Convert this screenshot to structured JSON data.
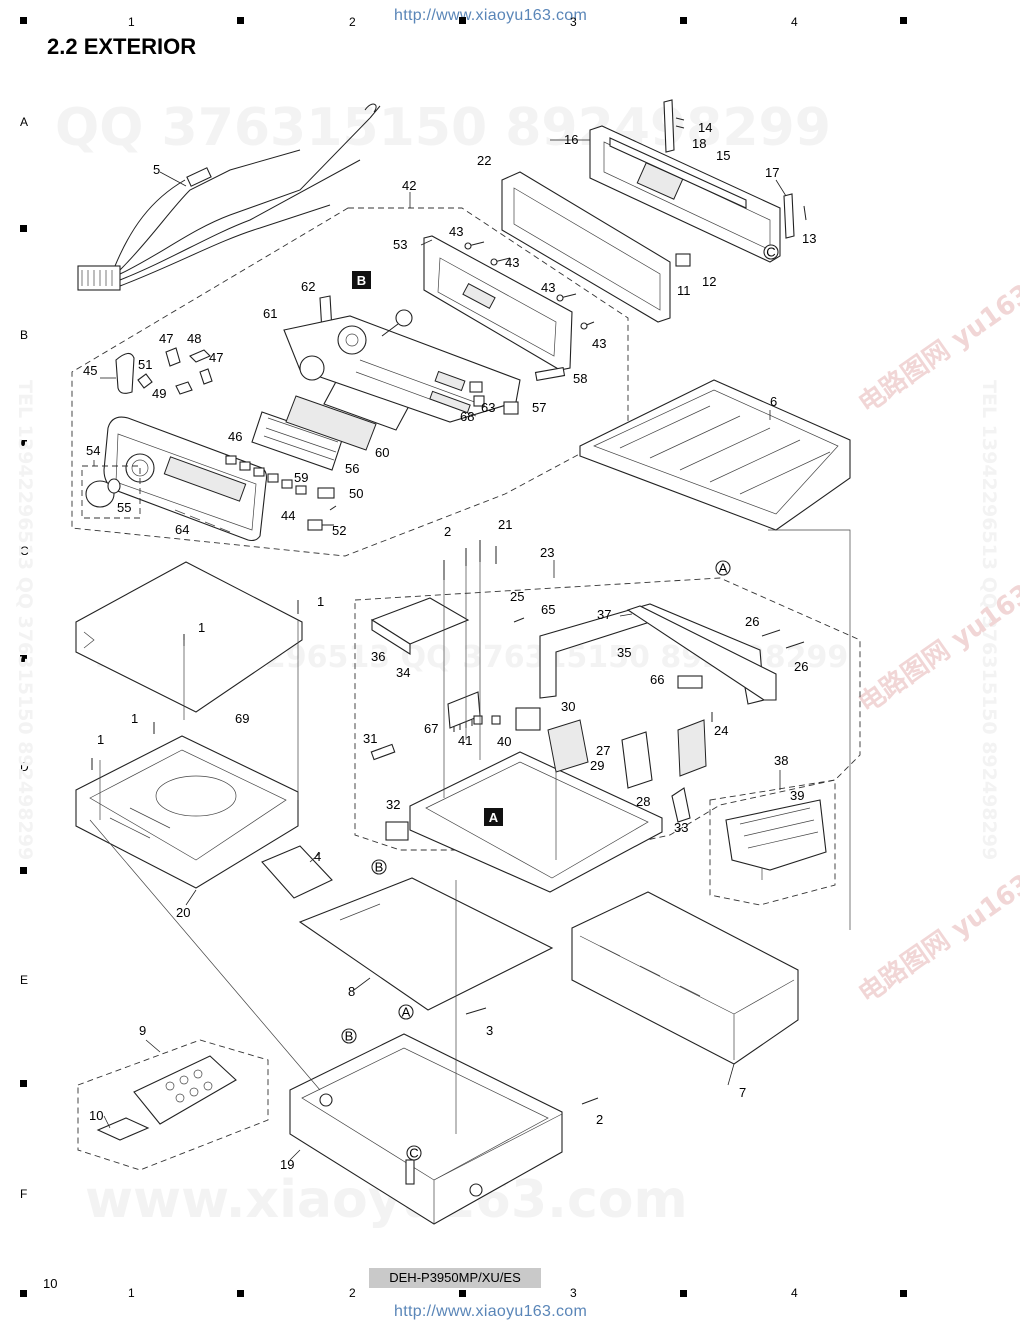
{
  "header": {
    "url_top": "http://www.xiaoyu163.com",
    "title": "2.2  EXTERIOR"
  },
  "grid": {
    "columns": [
      "1",
      "2",
      "3",
      "4"
    ],
    "rows": [
      "A",
      "B",
      "C",
      "D",
      "E",
      "F"
    ]
  },
  "footer": {
    "page_number": "10",
    "model": "DEH-P3950MP/XU/ES",
    "url_bottom": "http://www.xiaoyu163.com"
  },
  "watermarks": {
    "qq_line": "QQ 376315150   892498299",
    "tel_line": "TEL 13942296513   QQ 376315150   892498299",
    "domain_line": "www.xiaoyu163.com",
    "side_left": "TEL 13942296513 QQ 376315150 892498299",
    "side_right": "TEL 13942296513 QQ 376315150 892498299",
    "cn_mark_1": "电路图网 yu163.com",
    "cn_mark_2": "电路图网 yu163.com",
    "cn_mark_3": "电路图网 yu163.com"
  },
  "diagram": {
    "box_labels": {
      "A": "A",
      "B": "B",
      "C": "C"
    },
    "part_labels": [
      "1",
      "1",
      "1",
      "1",
      "2",
      "2",
      "3",
      "4",
      "5",
      "6",
      "7",
      "8",
      "9",
      "10",
      "11",
      "12",
      "13",
      "14",
      "15",
      "16",
      "17",
      "18",
      "19",
      "20",
      "21",
      "22",
      "23",
      "24",
      "25",
      "26",
      "26",
      "27",
      "28",
      "29",
      "30",
      "31",
      "32",
      "33",
      "34",
      "35",
      "36",
      "37",
      "38",
      "39",
      "40",
      "41",
      "42",
      "43",
      "43",
      "43",
      "43",
      "44",
      "45",
      "46",
      "47",
      "47",
      "48",
      "49",
      "50",
      "51",
      "52",
      "53",
      "54",
      "55",
      "56",
      "57",
      "58",
      "59",
      "60",
      "61",
      "62",
      "63",
      "64",
      "65",
      "66",
      "67",
      "68",
      "69"
    ]
  }
}
